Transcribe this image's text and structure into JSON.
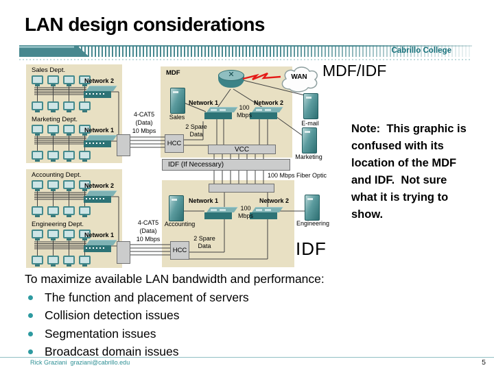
{
  "slide": {
    "title": "LAN design considerations",
    "brand": "Cabrillo College",
    "footer": "Rick Graziani  graziani@cabrillo.edu",
    "page_number": "5"
  },
  "annotations": {
    "mdf_idf_label": "MDF/IDF",
    "idf_label": "IDF",
    "note": "Note:  This graphic is\nconfused with its\nlocation of the MDF\nand IDF.  Not sure\nwhat it is trying to\nshow."
  },
  "bullets": {
    "intro": "To maximize available LAN bandwidth and performance:",
    "items": [
      "The function and placement of servers",
      "Collision detection issues",
      "Segmentation issues",
      "Broadcast domain issues"
    ]
  },
  "diagram": {
    "dept_panels": [
      {
        "units": [
          {
            "dept": "Sales Dept.",
            "network": "Network 2"
          },
          {
            "dept": "Marketing Dept.",
            "network": "Network 1"
          }
        ],
        "uplink": "4-CAT5\n(Data)\n10 Mbps"
      },
      {
        "units": [
          {
            "dept": "Accounting Dept.",
            "network": "Network 2"
          },
          {
            "dept": "Engineering Dept.",
            "network": "Network 1"
          }
        ],
        "uplink": "4-CAT5\n(Data)\n10 Mbps"
      }
    ],
    "mdf": {
      "label": "MDF",
      "wan": "WAN",
      "switch1": "Network 1",
      "switch2": "Network 2",
      "speed": "100\nMbps",
      "spare": "2 Spare\nData",
      "hcc": "HCC",
      "vcc": "VCC",
      "idf_bar": "IDF (If Necessary)",
      "fiber": "100 Mbps Fiber Optic",
      "servers": {
        "sales": "Sales",
        "email": "E-mail",
        "marketing": "Marketing"
      }
    },
    "idf": {
      "switch1": "Network 1",
      "switch2": "Network 2",
      "speed": "100\nMbps",
      "spare": "2 Spare\nData",
      "hcc": "HCC",
      "servers": {
        "accounting": "Accounting",
        "engineering": "Engineering"
      }
    }
  },
  "colors": {
    "accent_teal": "#47888f",
    "device_teal": "#4f9598",
    "panel_tan": "#e8e0c3",
    "bullet_teal": "#2d9aa0",
    "lightning_red": "#e41b17"
  }
}
